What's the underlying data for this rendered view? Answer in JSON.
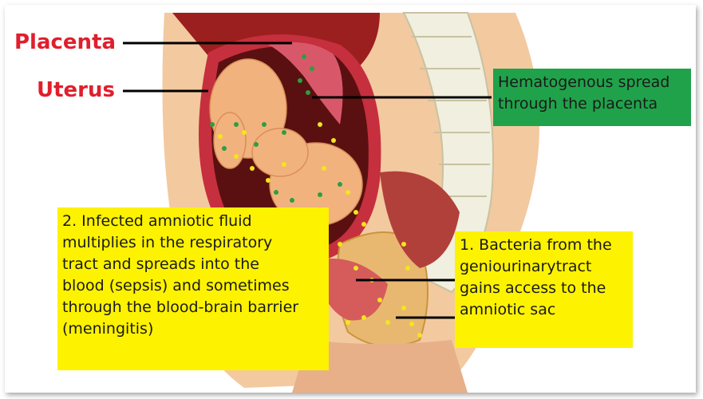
{
  "labels": {
    "placenta": "Placenta",
    "uterus": "Uterus"
  },
  "callouts": {
    "hematogenous": [
      "Hematogenous spread",
      "through the placenta"
    ],
    "amniotic_fluid": [
      "2. Infected amniotic fluid",
      "multiplies in the respiratory",
      "tract and spreads into the",
      "blood (sepsis) and sometimes",
      "through the blood-brain barrier",
      "(meningitis)"
    ],
    "bacteria": [
      "1. Bacteria from the",
      "geniourinarytract",
      "gains access to the",
      "amniotic sac"
    ]
  },
  "colors": {
    "label_red": "#e01e2d",
    "callout_yellow": "#fdf200",
    "callout_green": "#20a24b",
    "bacteria_yellow": "#f4e51c",
    "bacteria_green": "#2e9e3f"
  }
}
